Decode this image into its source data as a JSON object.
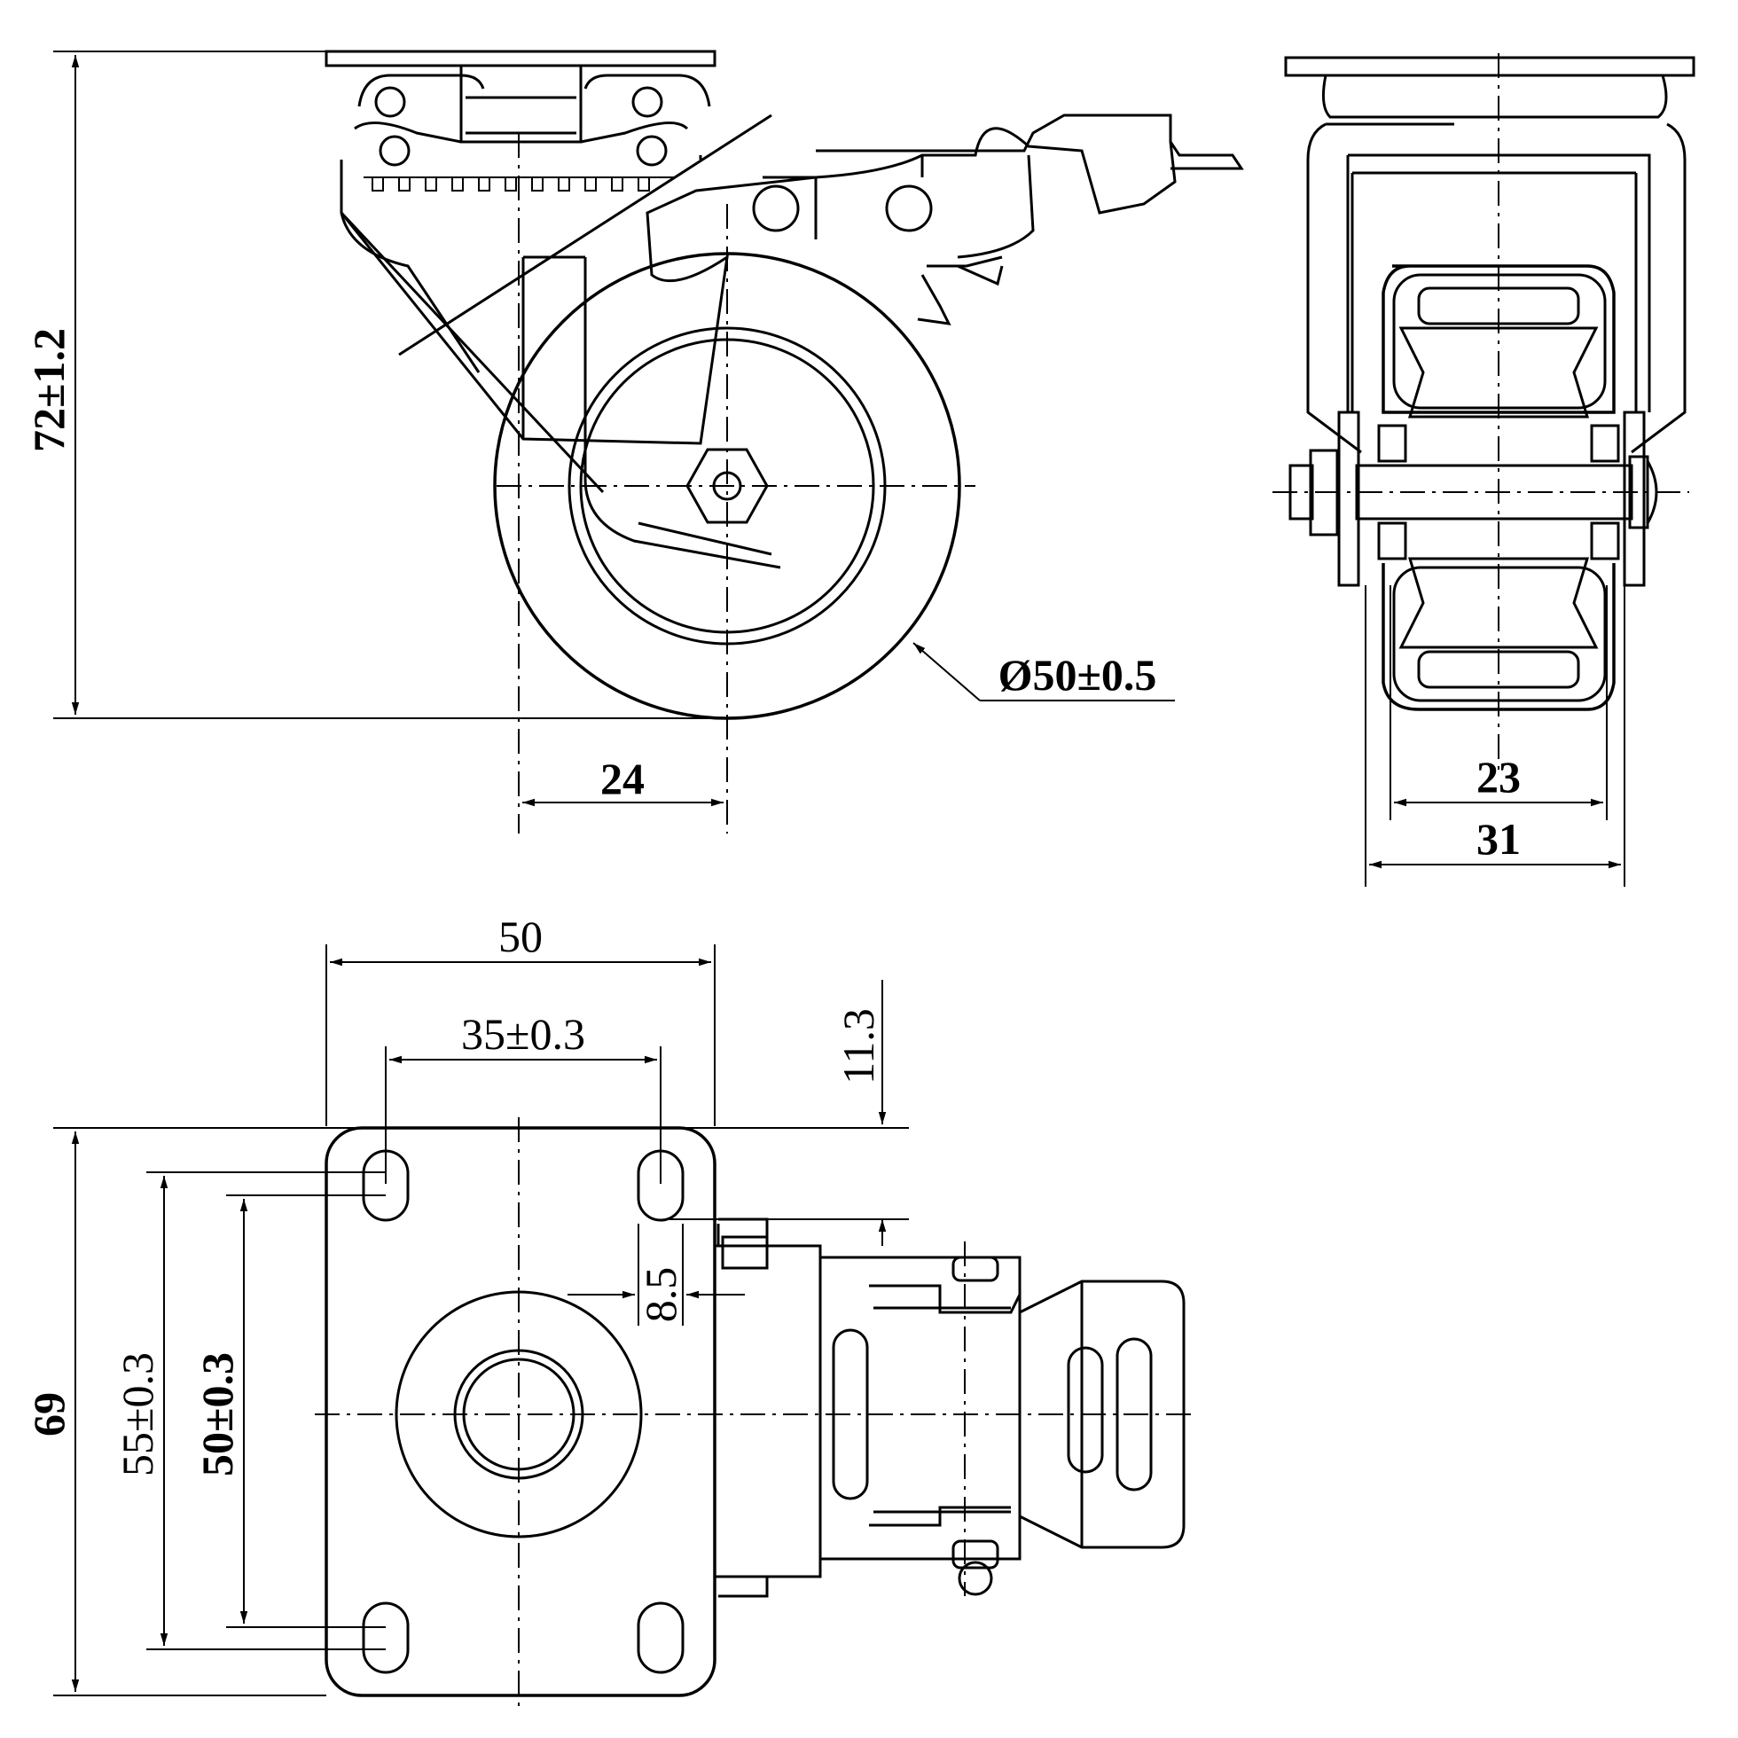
{
  "dimensions": {
    "height_total": "72±1.2",
    "wheel_diameter": "Ø50±0.5",
    "swivel_offset": "24",
    "tread_width": "23",
    "leg_width": "31",
    "plate_width": "50",
    "hole_spacing_x": "35±0.3",
    "edge_to_hole_y": "11.3",
    "plate_length": "69",
    "hole_spacing_y_outer": "55±0.3",
    "hole_spacing_y_inner": "50±0.3",
    "slot_offset": "8.5"
  }
}
